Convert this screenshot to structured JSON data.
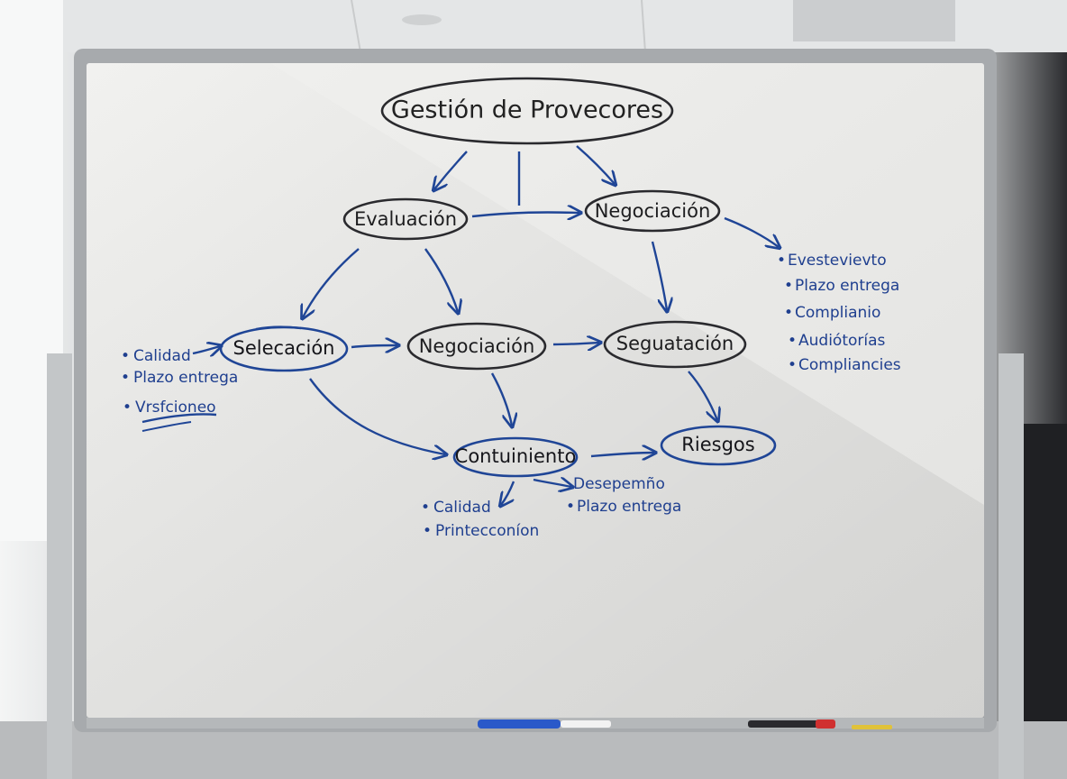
{
  "whiteboard": {
    "title": "Gestión de Provecores",
    "nodes": {
      "evaluacion": "Evaluación",
      "negociacion_top": "Negociación",
      "selecacion": "Selecación",
      "negociacion_mid": "Negociación",
      "seguatacion": "Seguatación",
      "contuiniento": "Contuiniento",
      "riesgos": "Riesgos"
    },
    "notes_left": [
      "Calidad",
      "Plazo entrega",
      "Vrsfcioneo"
    ],
    "notes_right": [
      "Evestevievto",
      "Plazo entrega",
      "Complianio",
      "Audiótorías",
      "Compliancies"
    ],
    "notes_bottom_left": [
      "Calidad",
      "Printecconíon"
    ],
    "notes_bottom_right": [
      "Desepemño",
      "Plazo entrega"
    ],
    "bullet": "•"
  },
  "colors": {
    "black_marker": "#2a2a2e",
    "blue_marker": "#1f4596",
    "board": "#eeeeec",
    "frame": "#a7aaad"
  }
}
